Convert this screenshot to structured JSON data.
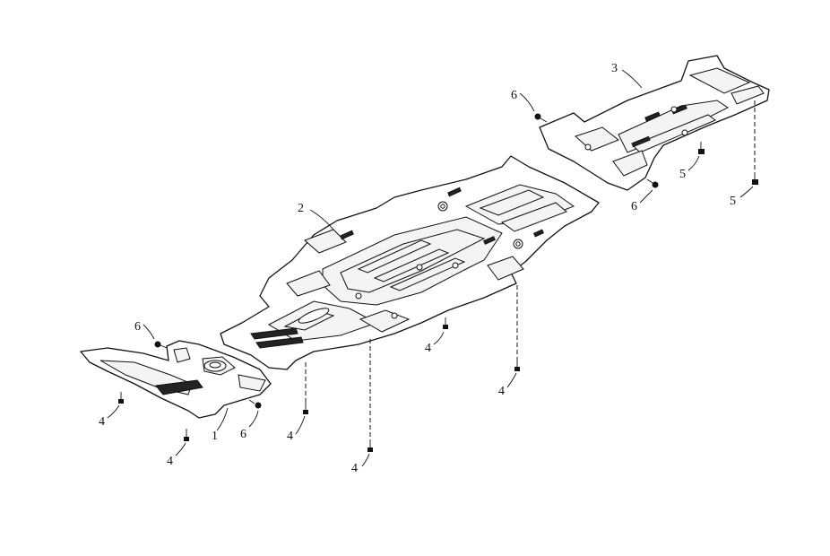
{
  "callouts": {
    "c1": "1",
    "c2": "2",
    "c3": "3",
    "c4a": "4",
    "c4b": "4",
    "c4c": "4",
    "c4d": "4",
    "c4e": "4",
    "c4f": "4",
    "c5a": "5",
    "c5b": "5",
    "c6a": "6",
    "c6b": "6",
    "c6c": "6",
    "c6d": "6"
  }
}
